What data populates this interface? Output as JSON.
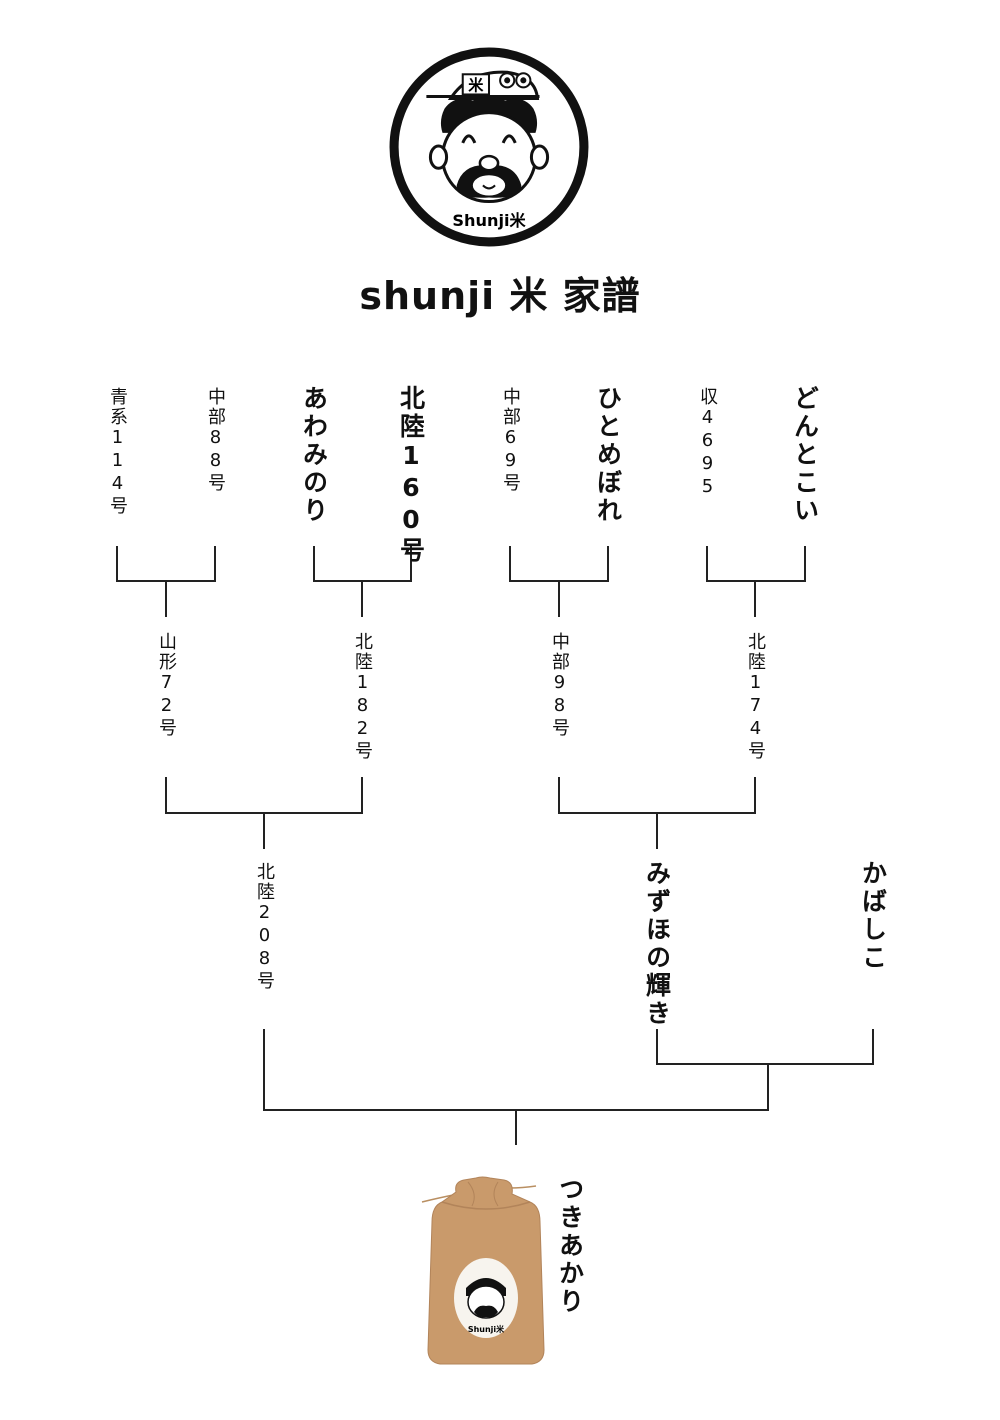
{
  "header": {
    "logo_text": "Shunji米",
    "title": "shunji 米 家譜"
  },
  "tree": {
    "generation1": [
      {
        "name": "青系114号"
      },
      {
        "name": "中部88号"
      },
      {
        "name": "あわみのり"
      },
      {
        "name": "北陸160号"
      },
      {
        "name": "中部69号"
      },
      {
        "name": "ひとめぼれ"
      },
      {
        "name": "収4695"
      },
      {
        "name": "どんとこい"
      }
    ],
    "generation2": [
      {
        "name": "山形72号"
      },
      {
        "name": "北陸182号"
      },
      {
        "name": "中部98号"
      },
      {
        "name": "北陸174号"
      }
    ],
    "generation3": [
      {
        "name": "北陸208号"
      },
      {
        "name": "みずほの輝き"
      },
      {
        "name": "かばしこ"
      }
    ],
    "result": {
      "name": "つきあかり",
      "product": "rice-bag",
      "bag_logo_text": "Shunji米"
    }
  },
  "colors": {
    "line": "#222222",
    "bag": "#c99a6b",
    "text": "#111111"
  }
}
